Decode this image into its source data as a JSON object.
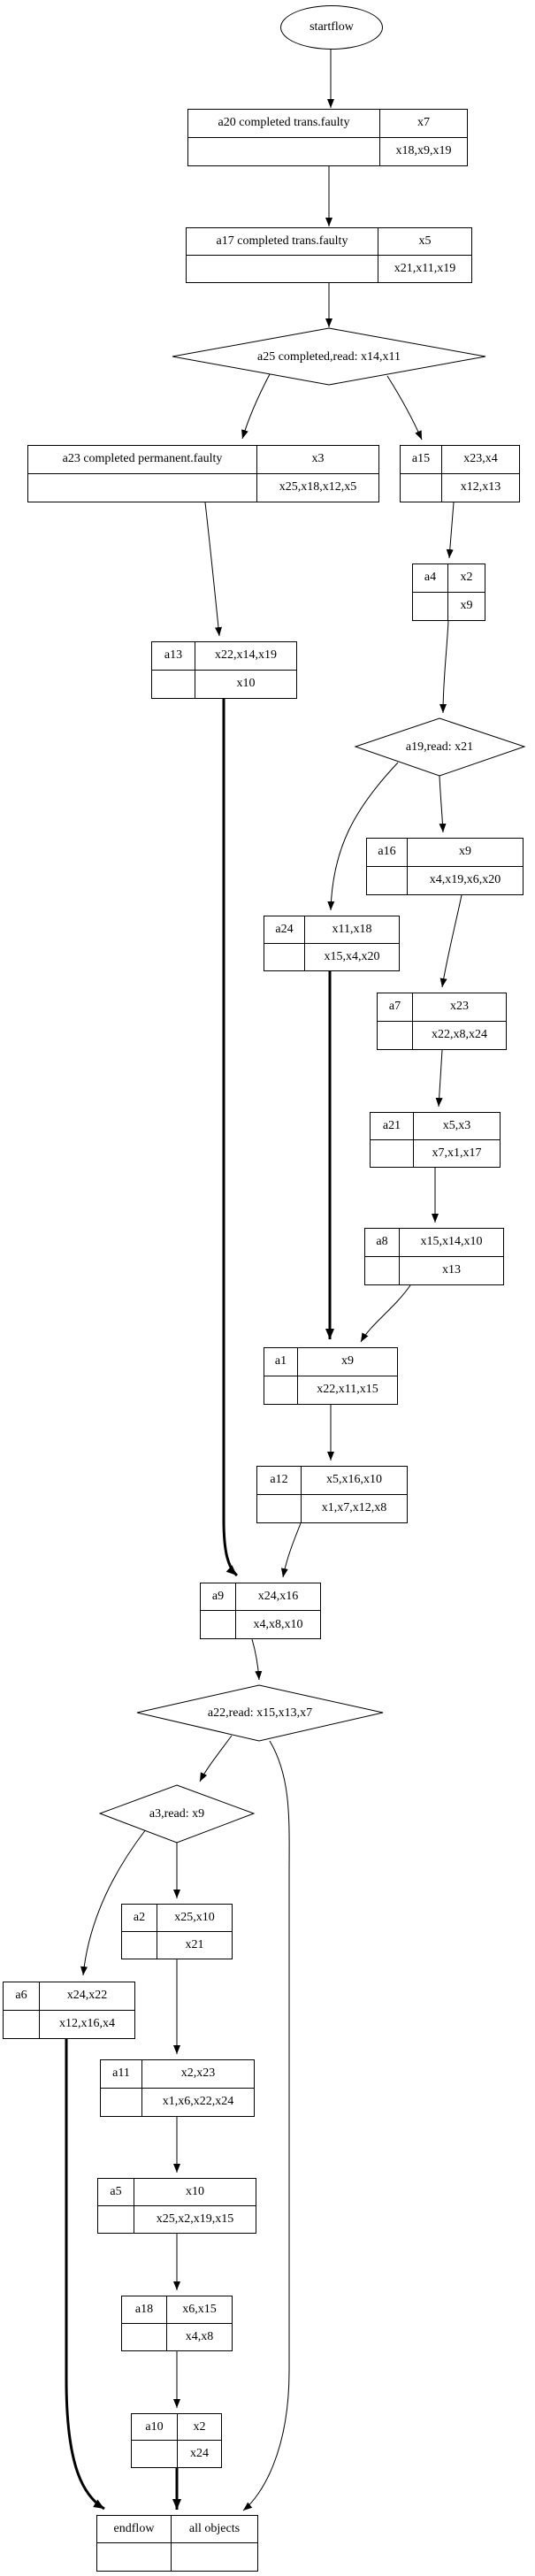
{
  "diagram": {
    "start": {
      "label": "startflow"
    },
    "decisions": {
      "a25": {
        "label": "a25 completed,read: x14,x11"
      },
      "a19": {
        "label": "a19,read: x21"
      },
      "a22": {
        "label": "a22,read: x15,x13,x7"
      },
      "a3": {
        "label": "a3,read: x9"
      }
    },
    "nodes": {
      "a20": {
        "left": "a20 completed trans.faulty",
        "top_right": "x7",
        "bottom_right": "x18,x9,x19"
      },
      "a17": {
        "left": "a17 completed trans.faulty",
        "top_right": "x5",
        "bottom_right": "x21,x11,x19"
      },
      "a23": {
        "left": "a23 completed permanent.faulty",
        "top_right": "x3",
        "bottom_right": "x25,x18,x12,x5"
      },
      "a15": {
        "left": "a15",
        "top_right": "x23,x4",
        "bottom_right": "x12,x13"
      },
      "a4": {
        "left": "a4",
        "top_right": "x2",
        "bottom_right": "x9"
      },
      "a13": {
        "left": "a13",
        "top_right": "x22,x14,x19",
        "bottom_right": "x10"
      },
      "a16": {
        "left": "a16",
        "top_right": "x9",
        "bottom_right": "x4,x19,x6,x20"
      },
      "a24": {
        "left": "a24",
        "top_right": "x11,x18",
        "bottom_right": "x15,x4,x20"
      },
      "a7": {
        "left": "a7",
        "top_right": "x23",
        "bottom_right": "x22,x8,x24"
      },
      "a21": {
        "left": "a21",
        "top_right": "x5,x3",
        "bottom_right": "x7,x1,x17"
      },
      "a8": {
        "left": "a8",
        "top_right": "x15,x14,x10",
        "bottom_right": "x13"
      },
      "a1": {
        "left": "a1",
        "top_right": "x9",
        "bottom_right": "x22,x11,x15"
      },
      "a12": {
        "left": "a12",
        "top_right": "x5,x16,x10",
        "bottom_right": "x1,x7,x12,x8"
      },
      "a9": {
        "left": "a9",
        "top_right": "x24,x16",
        "bottom_right": "x4,x8,x10"
      },
      "a2": {
        "left": "a2",
        "top_right": "x25,x10",
        "bottom_right": "x21"
      },
      "a6": {
        "left": "a6",
        "top_right": "x24,x22",
        "bottom_right": "x12,x16,x4"
      },
      "a11": {
        "left": "a11",
        "top_right": "x2,x23",
        "bottom_right": "x1,x6,x22,x24"
      },
      "a5": {
        "left": "a5",
        "top_right": "x10",
        "bottom_right": "x25,x2,x19,x15"
      },
      "a18": {
        "left": "a18",
        "top_right": "x6,x15",
        "bottom_right": "x4,x8"
      },
      "a10": {
        "left": "a10",
        "top_right": "x2",
        "bottom_right": "x24"
      },
      "endflow": {
        "left": "endflow",
        "top_right": "all objects",
        "bottom_right": ""
      }
    },
    "edges": [
      {
        "from": "startflow",
        "to": "a20",
        "bold": false
      },
      {
        "from": "a20",
        "to": "a17",
        "bold": false
      },
      {
        "from": "a17",
        "to": "a25",
        "bold": false
      },
      {
        "from": "a25",
        "to": "a23",
        "bold": false
      },
      {
        "from": "a25",
        "to": "a15",
        "bold": false
      },
      {
        "from": "a23",
        "to": "a13",
        "bold": false
      },
      {
        "from": "a15",
        "to": "a4",
        "bold": false
      },
      {
        "from": "a4",
        "to": "a19",
        "bold": false
      },
      {
        "from": "a19",
        "to": "a16",
        "bold": false
      },
      {
        "from": "a19",
        "to": "a24",
        "bold": false
      },
      {
        "from": "a16",
        "to": "a7",
        "bold": false
      },
      {
        "from": "a24",
        "to": "a1",
        "bold": true
      },
      {
        "from": "a7",
        "to": "a21",
        "bold": false
      },
      {
        "from": "a21",
        "to": "a8",
        "bold": false
      },
      {
        "from": "a8",
        "to": "a1",
        "bold": false
      },
      {
        "from": "a1",
        "to": "a12",
        "bold": false
      },
      {
        "from": "a12",
        "to": "a9",
        "bold": false
      },
      {
        "from": "a13",
        "to": "a9",
        "bold": true
      },
      {
        "from": "a9",
        "to": "a22",
        "bold": false
      },
      {
        "from": "a22",
        "to": "a3",
        "bold": false
      },
      {
        "from": "a22",
        "to": "endflow",
        "bold": false
      },
      {
        "from": "a3",
        "to": "a2",
        "bold": false
      },
      {
        "from": "a3",
        "to": "a6",
        "bold": false
      },
      {
        "from": "a2",
        "to": "a11",
        "bold": false
      },
      {
        "from": "a11",
        "to": "a5",
        "bold": false
      },
      {
        "from": "a5",
        "to": "a18",
        "bold": false
      },
      {
        "from": "a18",
        "to": "a10",
        "bold": false
      },
      {
        "from": "a10",
        "to": "endflow",
        "bold": true
      },
      {
        "from": "a6",
        "to": "endflow",
        "bold": true
      }
    ],
    "colors": {
      "stroke": "#000000",
      "background": "#ffffff"
    }
  }
}
